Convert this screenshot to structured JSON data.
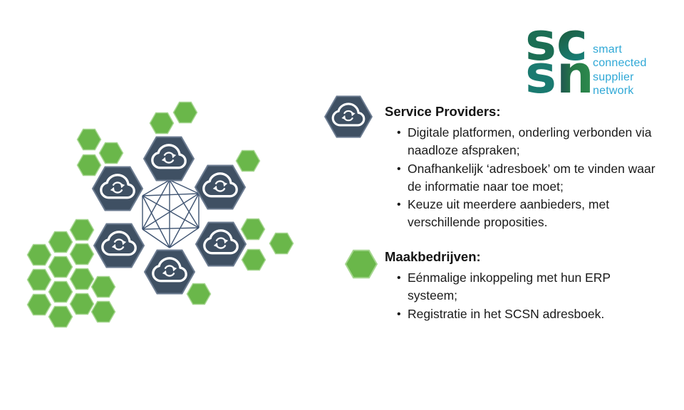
{
  "logo": {
    "letters": [
      "s",
      "c",
      "s",
      "n"
    ],
    "tagline": [
      "smart",
      "connected",
      "supplier",
      "network"
    ],
    "tagline_color": "#2FA8D6"
  },
  "legend": {
    "service_providers": {
      "icon": "cloud-sync-hexagon-icon",
      "title": "Service Providers:",
      "bullets": [
        "Digitale platformen, onderling verbonden via naadloze afspraken;",
        "Onafhankelijk ‘adresboek’ om te vinden waar de informatie naar toe moet;",
        "Keuze uit meerdere aanbieders, met verschillende proposities."
      ]
    },
    "maakbedrijven": {
      "icon": "green-hexagon-icon",
      "title": "Maakbedrijven:",
      "bullets": [
        "Eénmalige inkoppeling met hun ERP systeem;",
        "Registratie in het SCSN adresboek."
      ]
    }
  },
  "diagram": {
    "provider_node_count": 6,
    "manufacturer_hexagon_count": 23,
    "fully_connected": true,
    "colors": {
      "provider_fill": "#3F5063",
      "provider_border": "#6B7B90",
      "manufacturer_fill": "#6AB74A",
      "manufacturer_border": "#A5D68F",
      "network_lines": "#3F5472",
      "cloud_icon": "#FFFFFF"
    }
  }
}
